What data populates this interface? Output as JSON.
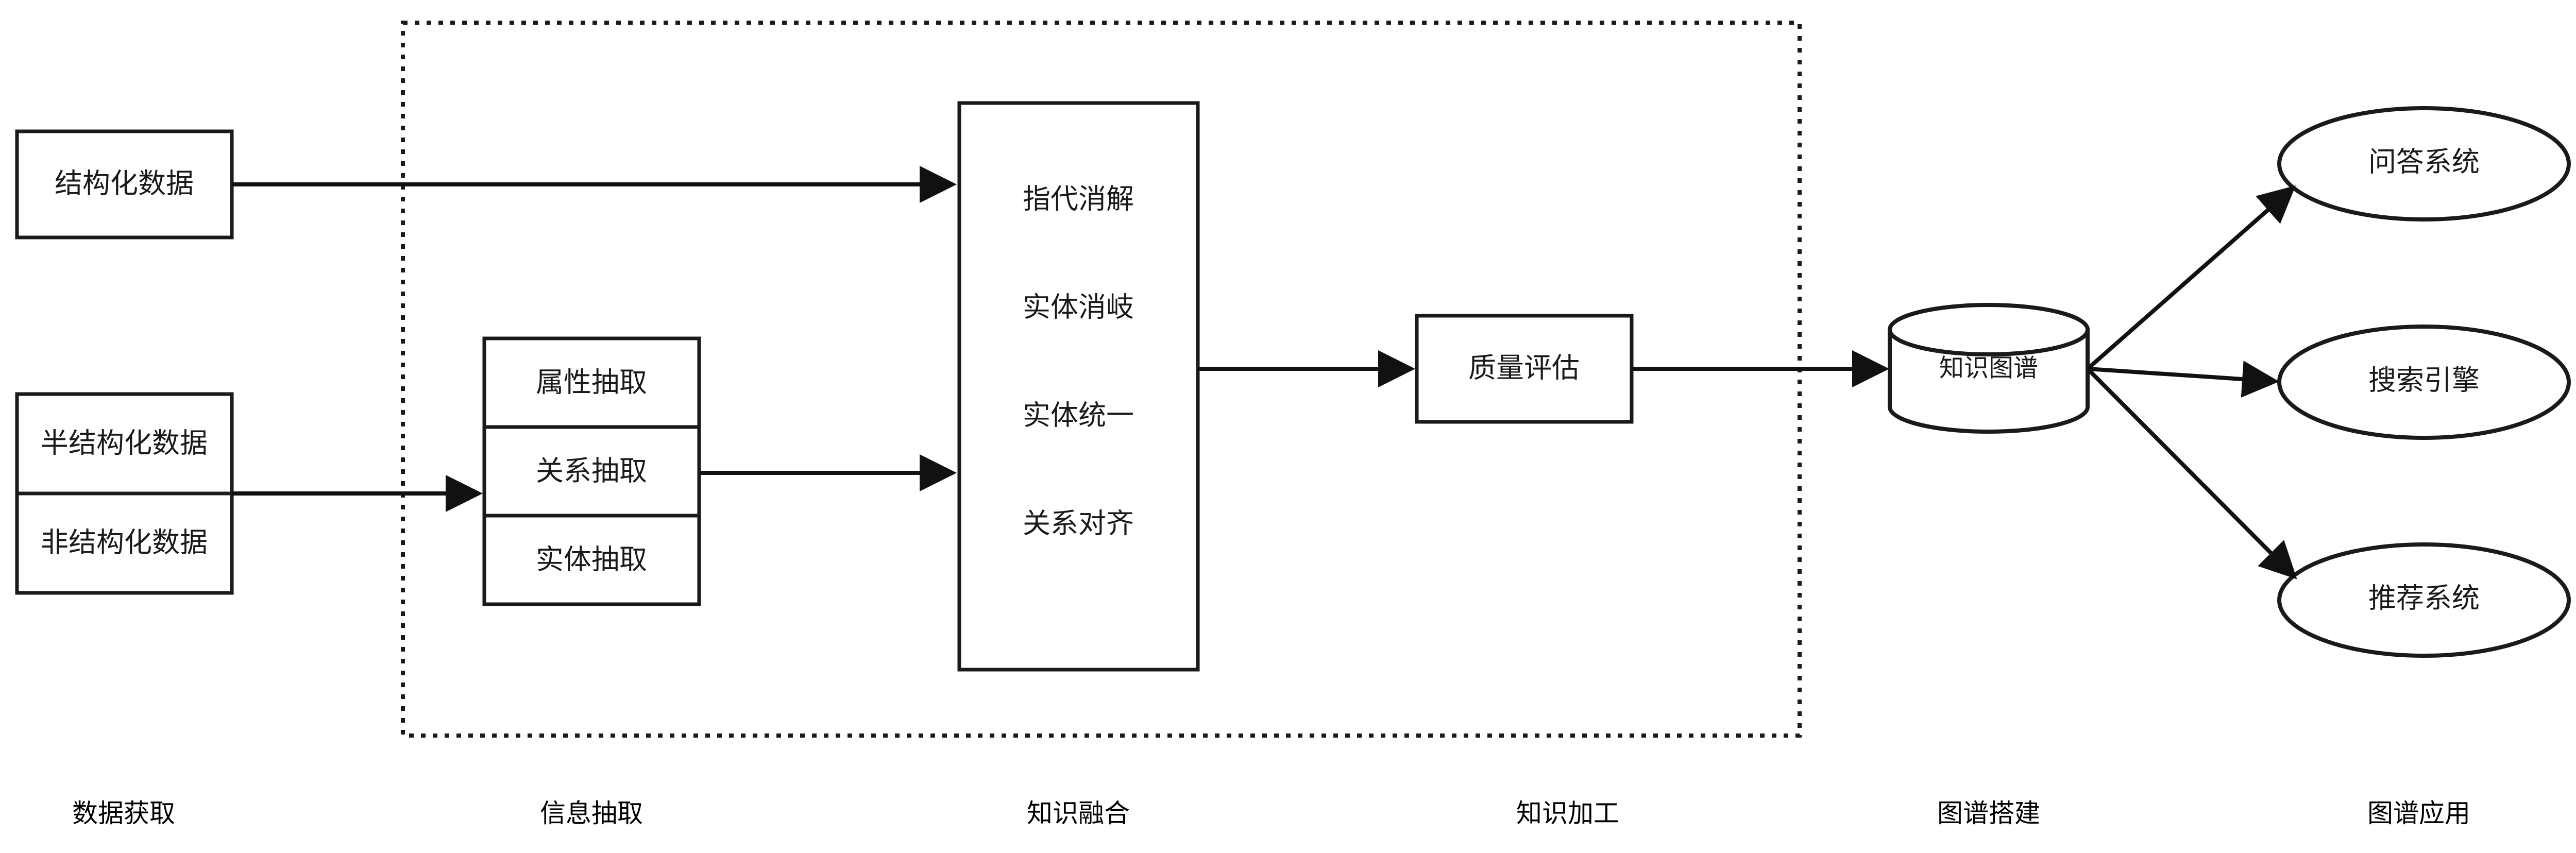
{
  "diagram": {
    "title_text_color": "#1a1a1a",
    "line_color": "#111111",
    "background": "#ffffff",
    "dashed_group_label": "",
    "sources": [
      {
        "id": "structured",
        "label": "结构化数据"
      },
      {
        "id": "semi-structured",
        "label": "半结构化数据"
      },
      {
        "id": "unstructured",
        "label": "非结构化数据"
      }
    ],
    "extraction": [
      {
        "id": "attribute-extraction",
        "label": "属性抽取"
      },
      {
        "id": "relation-extraction",
        "label": "关系抽取"
      },
      {
        "id": "entity-extraction",
        "label": "实体抽取"
      }
    ],
    "fusion": [
      {
        "id": "coreference-resolution",
        "label": "指代消解"
      },
      {
        "id": "entity-disambiguation",
        "label": "实体消岐"
      },
      {
        "id": "entity-unification",
        "label": "实体统一"
      },
      {
        "id": "relation-alignment",
        "label": "关系对齐"
      }
    ],
    "processing": [
      {
        "id": "quality-assessment",
        "label": "质量评估"
      }
    ],
    "graph_store": {
      "id": "knowledge-graph",
      "label": "知识图谱"
    },
    "applications": [
      {
        "id": "qa-system",
        "label": "问答系统"
      },
      {
        "id": "search-engine",
        "label": "搜索引擎"
      },
      {
        "id": "recommendation-system",
        "label": "推荐系统"
      }
    ],
    "stage_labels": [
      {
        "id": "data-acquisition",
        "label": "数据获取"
      },
      {
        "id": "information-extraction",
        "label": "信息抽取"
      },
      {
        "id": "knowledge-fusion",
        "label": "知识融合"
      },
      {
        "id": "knowledge-processing",
        "label": "知识加工"
      },
      {
        "id": "graph-construction",
        "label": "图谱搭建"
      },
      {
        "id": "graph-application",
        "label": "图谱应用"
      }
    ]
  }
}
